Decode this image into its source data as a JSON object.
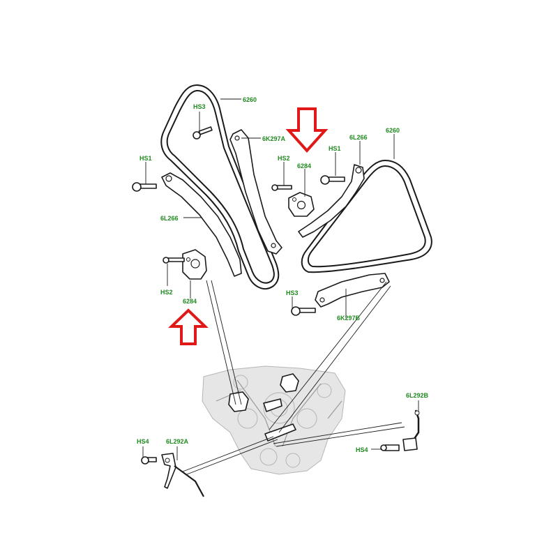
{
  "labels": {
    "chain_left": "6260",
    "chain_right": "6260",
    "guide_left": "6K297A",
    "guide_right": "6K297B",
    "tensioner_arm_left": "6L266",
    "tensioner_arm_right": "6L266",
    "tensioner_left": "6284",
    "tensioner_right": "6284",
    "bolt_hs1_left": "HS1",
    "bolt_hs1_right": "HS1",
    "bolt_hs2_left": "HS2",
    "bolt_hs2_right": "HS2",
    "bolt_hs3_left": "HS3",
    "bolt_hs3_right": "HS3",
    "bolt_hs4_left": "HS4",
    "bolt_hs4_right": "HS4",
    "pipe_left": "6L292A",
    "pipe_right": "6L292B"
  },
  "highlight": {
    "arrow_color": "#e01818",
    "label_color": "#1f8a1f",
    "arrows": [
      "arrow-down-highlight",
      "arrow-up-highlight"
    ]
  }
}
